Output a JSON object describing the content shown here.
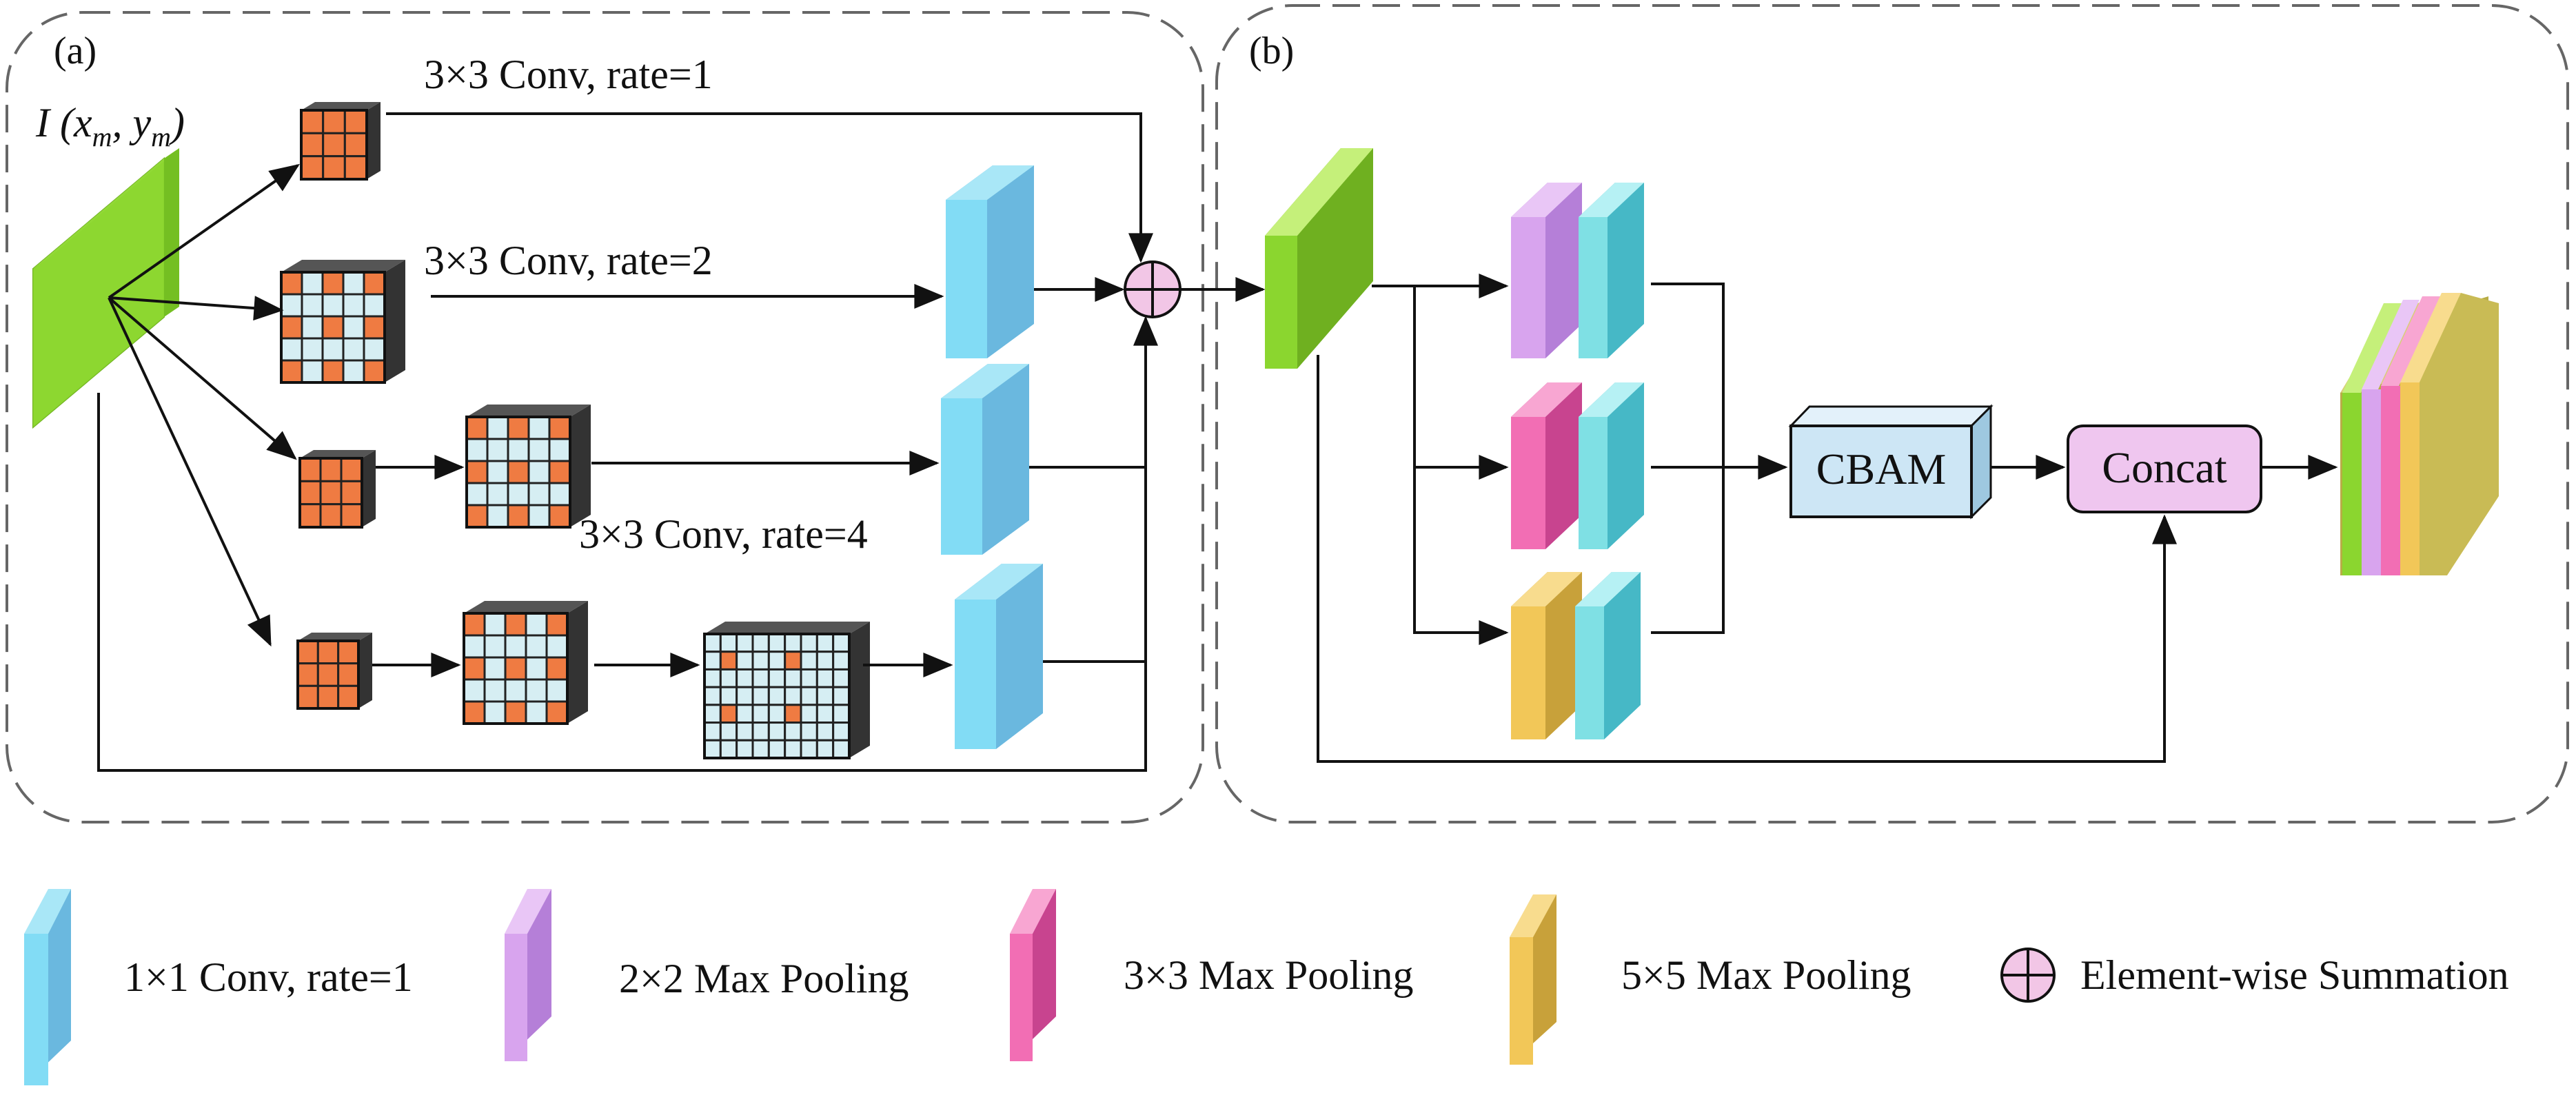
{
  "panel_a": {
    "label": "(a)",
    "input_label_prefix": "I (",
    "input_x": "x",
    "input_x_sub": "m",
    "input_sep": ", ",
    "input_y": "y",
    "input_y_sub": "m",
    "input_suffix": ")",
    "branch1_label": "3×3  Conv, rate=1",
    "branch2_label": "3×3  Conv, rate=2",
    "branch3_label": "3×3  Conv, rate=4"
  },
  "panel_b": {
    "label": "(b)",
    "cbam_label": "CBAM",
    "concat_label": "Concat"
  },
  "legend": {
    "conv1x1": "1×1  Conv, rate=1",
    "pool2x2": "2×2  Max Pooling",
    "pool3x3": "3×3  Max Pooling",
    "pool5x5": "5×5  Max Pooling",
    "sum": "Element-wise Summation"
  },
  "colors": {
    "green": "#8bd62f",
    "conv_blue": "#7fd9f4",
    "kernel_orange": "#ef7b42",
    "kernel_light": "#d6eef3",
    "pool2": "#d8a4ee",
    "pool3": "#f26eb4",
    "pool5": "#f2c758",
    "teal": "#7fe0e4",
    "cbam": "#cde6f5",
    "concat": "#efc6ef",
    "sum": "#f2c6e6"
  }
}
